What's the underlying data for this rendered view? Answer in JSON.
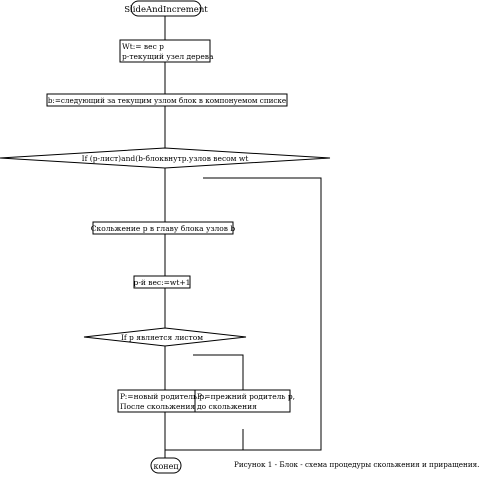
{
  "flowchart": {
    "start": "SlideAndIncrement",
    "block_init": {
      "line1": "Wt:= вес p",
      "line2": "p-текущий узел дерева"
    },
    "block_next": "b:=следующий за текущим узлом блок в компонуемом списке",
    "decision_main": "If (p-лист)and(b-блоквнутр.узлов весом wt",
    "block_slide": "Скольжение p в главу блока узлов b",
    "block_weight": "p-й вес:=wt+1",
    "decision_leaf": "If p является листом",
    "block_new_parent": {
      "line1": "P:=новый родитель p.",
      "line2": "После скольжения"
    },
    "block_old_parent": {
      "line1": "P:=прежний родитель p,",
      "line2": "до скольжения"
    },
    "end": "конец",
    "caption": "Рисунок 1 - Блок - схема процедуры скольжения и приращения."
  }
}
